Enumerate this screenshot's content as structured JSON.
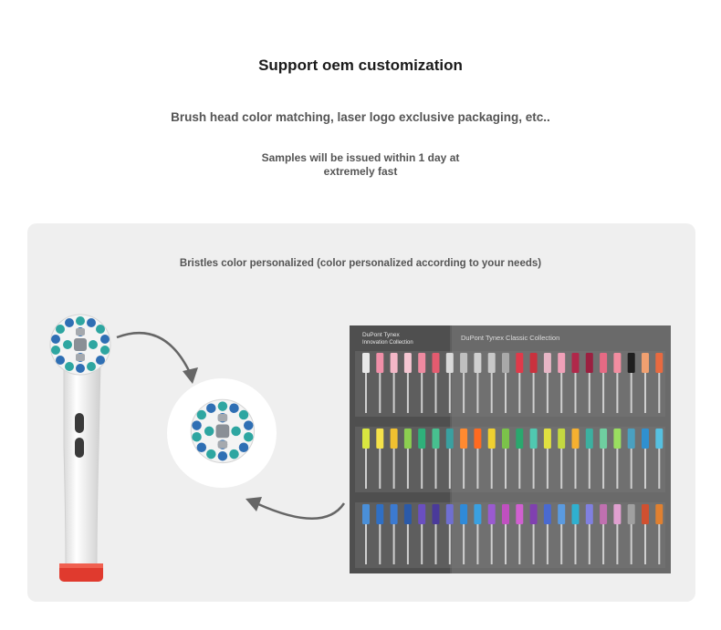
{
  "header": {
    "title": "Support oem customization",
    "subtitle": "Brush head color matching, laser logo exclusive packaging, etc..",
    "samples_line1": "Samples will be issued within 1 day at",
    "samples_line2": "extremely fast"
  },
  "panel": {
    "caption": "Bristles color personalized (color personalized according to your needs)",
    "photo": {
      "label_left": "DuPont Tynex Innovation Collection",
      "label_right": "DuPont Tynex Classic Collection"
    }
  },
  "colors": {
    "panel_bg": "#efefef",
    "brush_base_red": "#e03a2e",
    "bristle_blue": "#2f6fb4",
    "bristle_teal": "#2ea6a1",
    "bristle_gray": "#8a8f96"
  }
}
